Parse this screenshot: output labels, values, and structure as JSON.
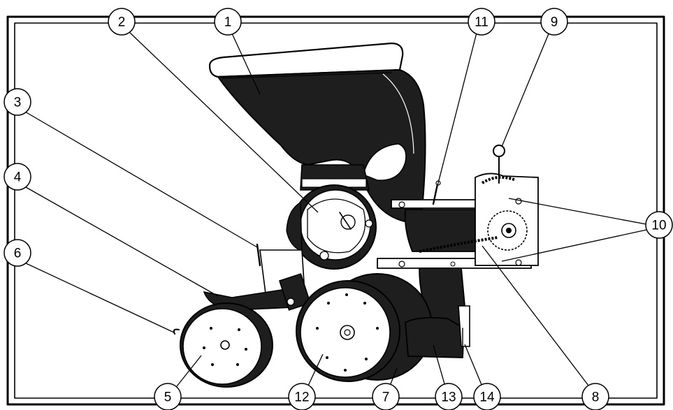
{
  "diagram": {
    "colors": {
      "ink": "#000000",
      "body_fill": "#1e1e1e",
      "paper": "#ffffff"
    },
    "callouts": [
      {
        "label": "1"
      },
      {
        "label": "2"
      },
      {
        "label": "3"
      },
      {
        "label": "4"
      },
      {
        "label": "5"
      },
      {
        "label": "6"
      },
      {
        "label": "7"
      },
      {
        "label": "8"
      },
      {
        "label": "9"
      },
      {
        "label": "10"
      },
      {
        "label": "11"
      },
      {
        "label": "12"
      },
      {
        "label": "13"
      },
      {
        "label": "14"
      }
    ]
  }
}
